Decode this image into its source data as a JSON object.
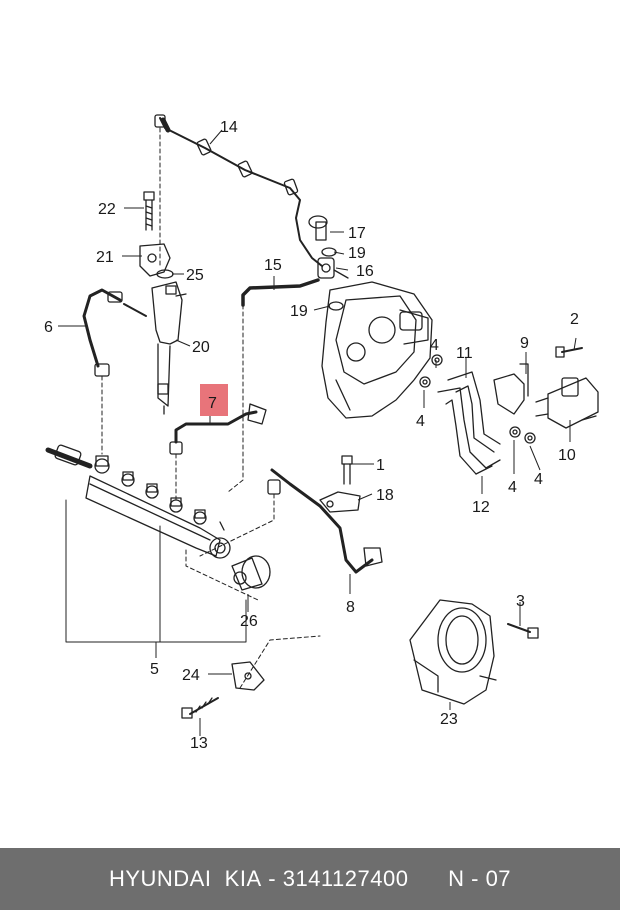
{
  "diagram": {
    "highlight_color": "#e8747a",
    "labels": [
      {
        "id": "1",
        "text": "1"
      },
      {
        "id": "2",
        "text": "2"
      },
      {
        "id": "3",
        "text": "3"
      },
      {
        "id": "4a",
        "text": "4"
      },
      {
        "id": "4b",
        "text": "4"
      },
      {
        "id": "4c",
        "text": "4"
      },
      {
        "id": "4d",
        "text": "4"
      },
      {
        "id": "5",
        "text": "5"
      },
      {
        "id": "6",
        "text": "6"
      },
      {
        "id": "7",
        "text": "7"
      },
      {
        "id": "8",
        "text": "8"
      },
      {
        "id": "9",
        "text": "9"
      },
      {
        "id": "10",
        "text": "10"
      },
      {
        "id": "11",
        "text": "11"
      },
      {
        "id": "12",
        "text": "12"
      },
      {
        "id": "13",
        "text": "13"
      },
      {
        "id": "14",
        "text": "14"
      },
      {
        "id": "15",
        "text": "15"
      },
      {
        "id": "16",
        "text": "16"
      },
      {
        "id": "17",
        "text": "17"
      },
      {
        "id": "18",
        "text": "18"
      },
      {
        "id": "19a",
        "text": "19"
      },
      {
        "id": "19b",
        "text": "19"
      },
      {
        "id": "20",
        "text": "20"
      },
      {
        "id": "21",
        "text": "21"
      },
      {
        "id": "22",
        "text": "22"
      },
      {
        "id": "23",
        "text": "23"
      },
      {
        "id": "24",
        "text": "24"
      },
      {
        "id": "25",
        "text": "25"
      },
      {
        "id": "26",
        "text": "26"
      }
    ],
    "highlighted_label": "7"
  },
  "footer": {
    "brand": "HYUNDAI  KIA",
    "part_number": "3141127400",
    "ref": "N - 07"
  }
}
